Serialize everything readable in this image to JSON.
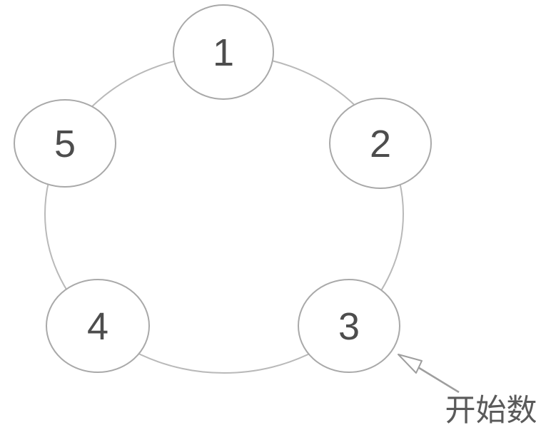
{
  "diagram": {
    "nodes": [
      {
        "id": "node-1",
        "label": "1"
      },
      {
        "id": "node-2",
        "label": "2"
      },
      {
        "id": "node-3",
        "label": "3"
      },
      {
        "id": "node-4",
        "label": "4"
      },
      {
        "id": "node-5",
        "label": "5"
      }
    ],
    "annotation": {
      "label": "开始数",
      "points_to": "3"
    },
    "colors": {
      "background": "#ffffff",
      "ring_stroke": "#b9b9b9",
      "node_border": "#a9a9a9",
      "node_fill": "#ffffff",
      "number_text": "#4d4d4d",
      "arrow": "#9e9e9e",
      "annotation_text": "#5a5a5a"
    }
  }
}
